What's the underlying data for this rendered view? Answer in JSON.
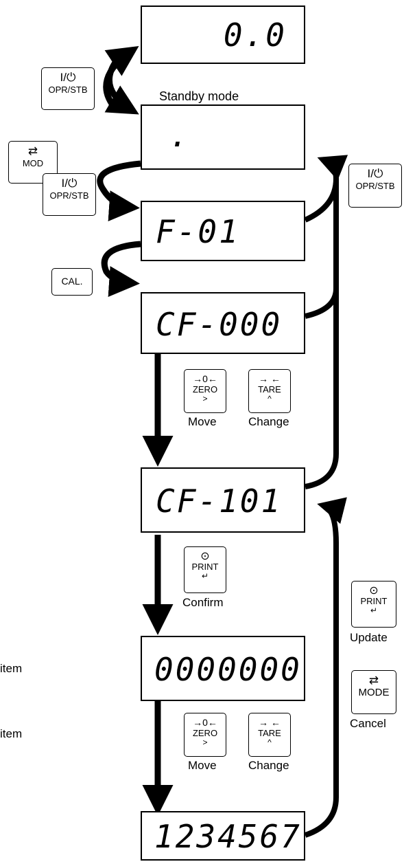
{
  "displays": {
    "weighing": "0.0",
    "standby": ".",
    "function": "F-01",
    "cf_select": "CF-000",
    "cf_101": "CF-101",
    "code_entry": "0000000",
    "code_value": "1234567"
  },
  "captions": {
    "standby_mode": "Standby mode",
    "move_1": "Move",
    "change_1": "Change",
    "confirm": "Confirm",
    "update": "Update",
    "cancel": "Cancel",
    "move_2": "Move",
    "change_2": "Change",
    "item_1": "item",
    "item_2": "item"
  },
  "keys": {
    "opr_stb_left": {
      "symbol": "I/⏻",
      "label": "OPR/STB"
    },
    "mode_left": {
      "symbol": "⇄",
      "label": "MOD"
    },
    "opr_stb_mid": {
      "symbol": "I/⏻",
      "label": "OPR/STB"
    },
    "opr_stb_right": {
      "symbol": "I/⏻",
      "label": "OPR/STB"
    },
    "cal": {
      "label": "CAL."
    },
    "zero_1": {
      "symbol": "→0←",
      "label": "ZERO",
      "arrow": ">"
    },
    "tare_1": {
      "symbol": "→ ←",
      "label": "TARE",
      "arrow": "^"
    },
    "print_1": {
      "symbol": "⊙",
      "label": "PRINT",
      "arrow": "↵"
    },
    "print_2": {
      "symbol": "⊙",
      "label": "PRINT",
      "arrow": "↵"
    },
    "mode_right": {
      "symbol": "⇄",
      "label": "MODE"
    },
    "zero_2": {
      "symbol": "→0←",
      "label": "ZERO",
      "arrow": ">"
    },
    "tare_2": {
      "symbol": "→ ←",
      "label": "TARE",
      "arrow": "^"
    }
  }
}
